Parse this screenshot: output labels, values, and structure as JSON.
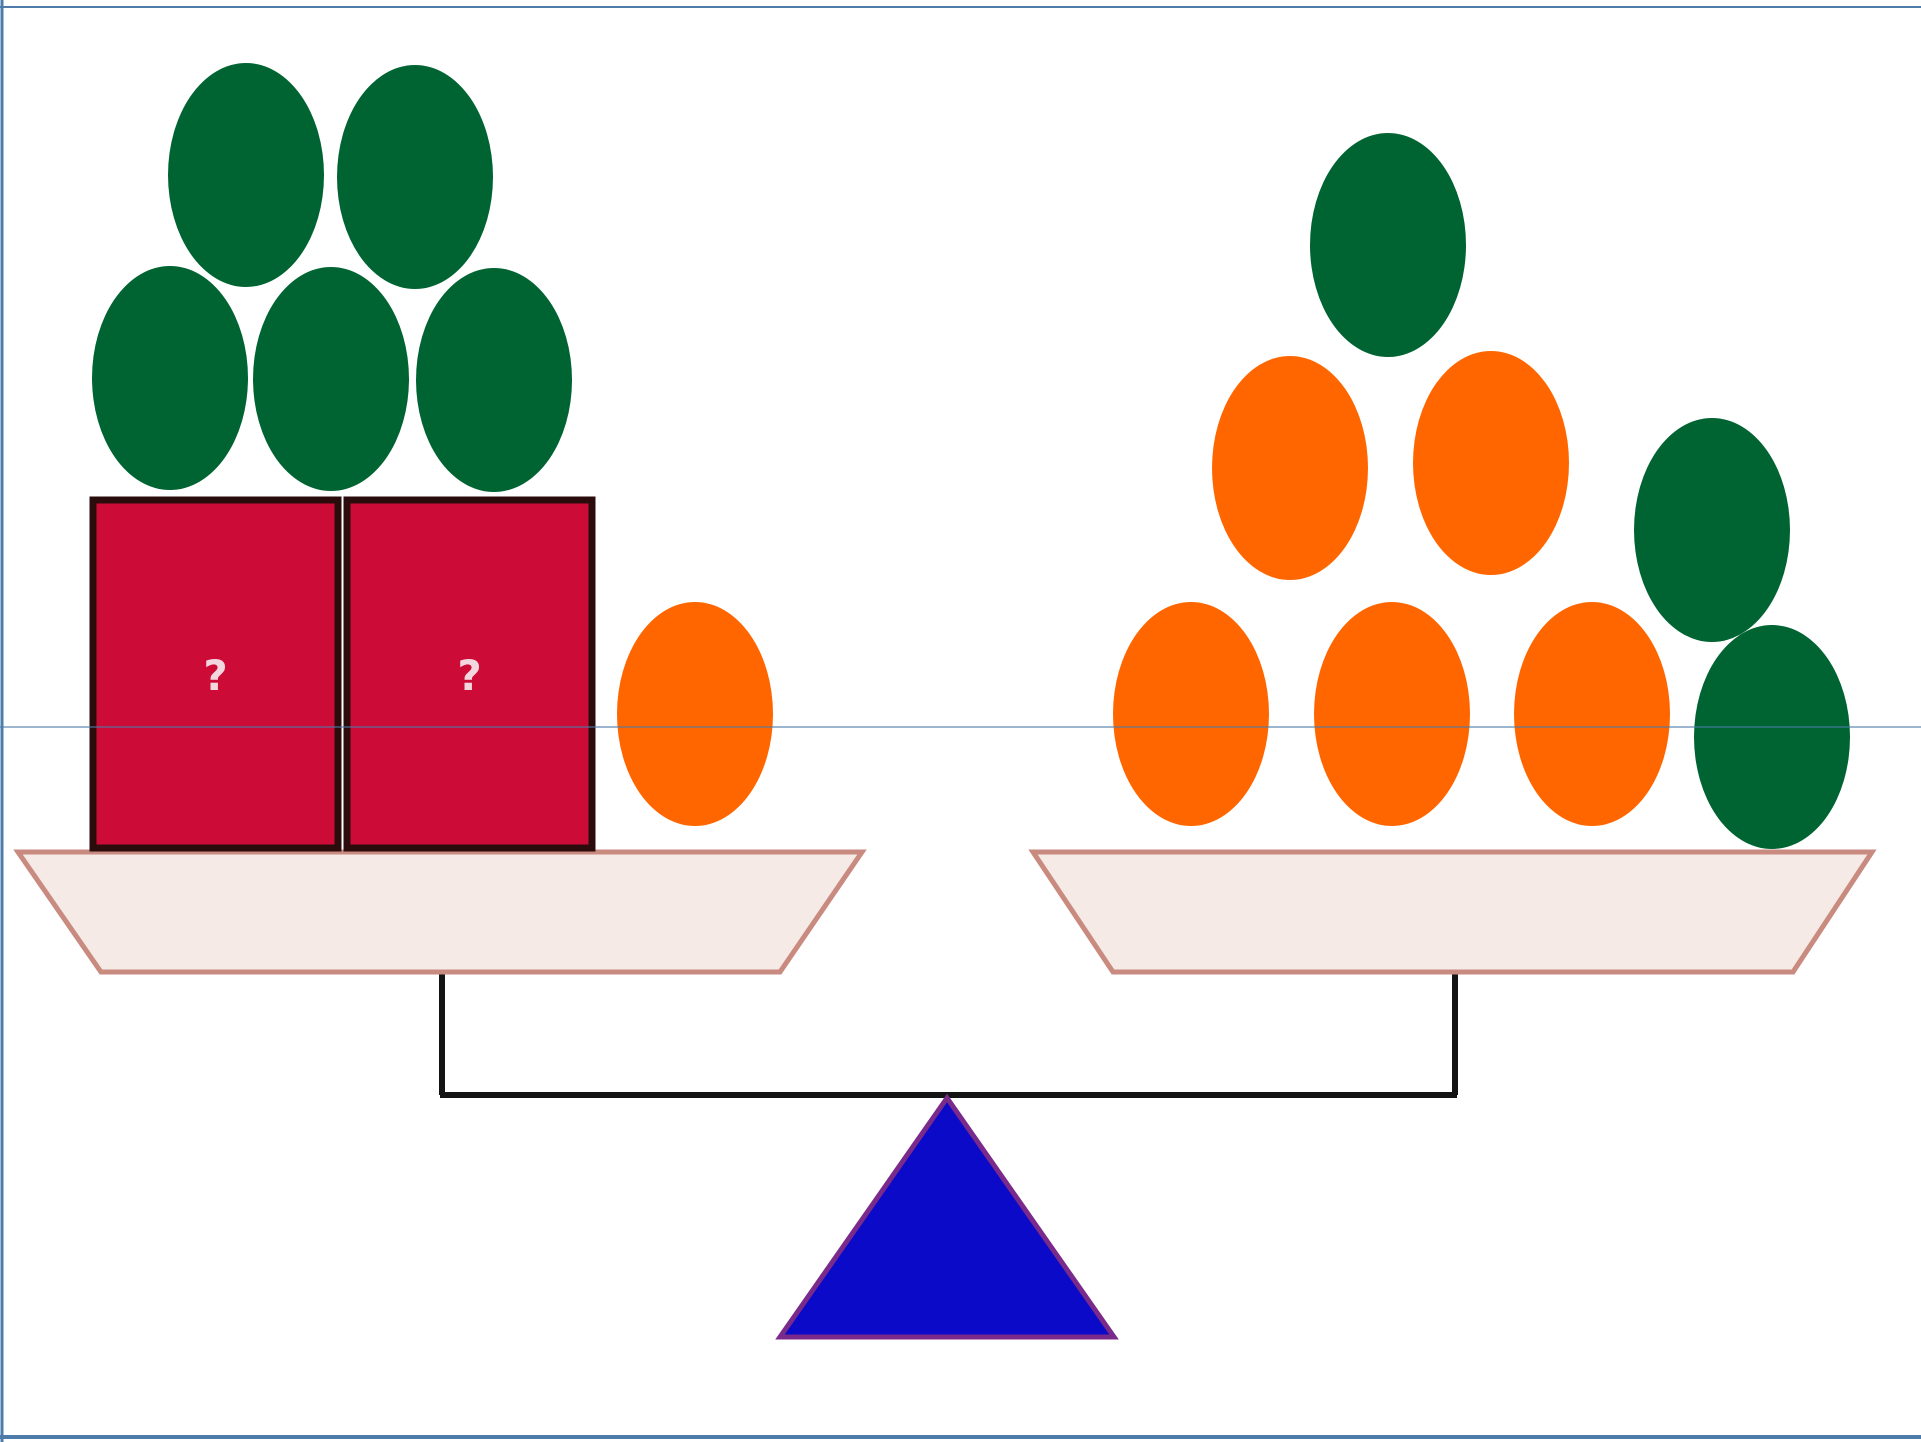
{
  "scene": {
    "type": "balance_scale_equation",
    "balanced": true,
    "left_pan": {
      "unknown_boxes": 2,
      "orange_units": 1,
      "green_units": 5,
      "box_label": "?"
    },
    "right_pan": {
      "unknown_boxes": 0,
      "orange_units": 5,
      "green_units": 3
    }
  },
  "colors": {
    "background": "#ffffff",
    "box_fill": "#cc0c37",
    "box_stroke": "#2a0c0c",
    "box_label": "#f3d7df",
    "orange_unit": "#ff6600",
    "green_unit": "#006432",
    "pan_fill": "#f5eae6",
    "pan_stroke": "#c98a80",
    "beam": "#141414",
    "fulcrum_fill": "#0a0ac8",
    "fulcrum_stroke": "#7a2a8a",
    "frame_line": "#4d7caa"
  },
  "icons": {
    "box": "unknown-weight-box",
    "orange": "orange-unit-oval",
    "green": "green-unit-oval",
    "fulcrum": "triangle-fulcrum"
  }
}
